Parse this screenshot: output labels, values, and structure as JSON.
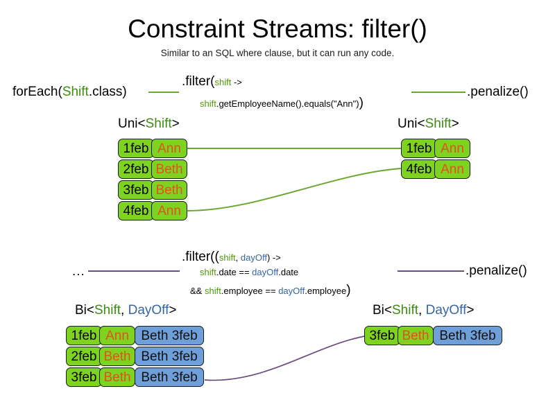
{
  "header": {
    "title": "Constraint Streams: filter()",
    "subtitle": "Similar to an SQL where clause, but it can run any code."
  },
  "colors": {
    "green_fact": "#7ed321",
    "blue_fact": "#6f9fd8",
    "name_text": "#e0521f",
    "type_green": "#3d8b12",
    "type_blue": "#3465a4",
    "wire_green": "#6aa62f",
    "wire_purple": "#6b4b7d",
    "text_black": "#000000"
  },
  "section_uni": {
    "source_label": {
      "prefix": "forEach(",
      "type": "Shift",
      "suffix": ".class)"
    },
    "filter_line1": {
      "call": ".filter(",
      "param": "shift",
      "arrow": " ->"
    },
    "filter_line2": {
      "var": "shift",
      "expr": ".getEmployeeName().equals(\"Ann\")",
      "close": ")"
    },
    "sink_label": ".penalize()",
    "left_type": {
      "prefix": "Uni<",
      "generic": "Shift",
      "suffix": ">"
    },
    "right_type": {
      "prefix": "Uni<",
      "generic": "Shift",
      "suffix": ">"
    },
    "left_facts": [
      {
        "date": "1feb",
        "name": "Ann"
      },
      {
        "date": "2feb",
        "name": "Beth"
      },
      {
        "date": "3feb",
        "name": "Beth"
      },
      {
        "date": "4feb",
        "name": "Ann"
      }
    ],
    "right_facts": [
      {
        "date": "1feb",
        "name": "Ann"
      },
      {
        "date": "4feb",
        "name": "Ann"
      }
    ]
  },
  "section_bi": {
    "source_label": "...",
    "filter_line1": {
      "call": ".filter((",
      "param1": "shift",
      "sep": ", ",
      "param2": "dayOff",
      "arrow": ") ->"
    },
    "filter_line2": {
      "var1": "shift",
      "mid1": ".date == ",
      "var2": "dayOff",
      "mid2": ".date"
    },
    "filter_line3": {
      "amp": "&& ",
      "var1": "shift",
      "mid1": ".employee == ",
      "var2": "dayOff",
      "mid2": ".employee",
      "close": ")"
    },
    "sink_label": ".penalize()",
    "left_type": {
      "prefix": "Bi<",
      "generic1": "Shift",
      "sep": ", ",
      "generic2": "DayOff",
      "suffix": ">"
    },
    "right_type": {
      "prefix": "Bi<",
      "generic1": "Shift",
      "sep": ", ",
      "generic2": "DayOff",
      "suffix": ">"
    },
    "left_facts": [
      {
        "date": "1feb",
        "name": "Ann",
        "dayoff": "Beth 3feb"
      },
      {
        "date": "2feb",
        "name": "Beth",
        "dayoff": "Beth 3feb"
      },
      {
        "date": "3feb",
        "name": "Beth",
        "dayoff": "Beth 3feb"
      }
    ],
    "right_facts": [
      {
        "date": "3feb",
        "name": "Beth",
        "dayoff": "Beth 3feb"
      }
    ]
  }
}
